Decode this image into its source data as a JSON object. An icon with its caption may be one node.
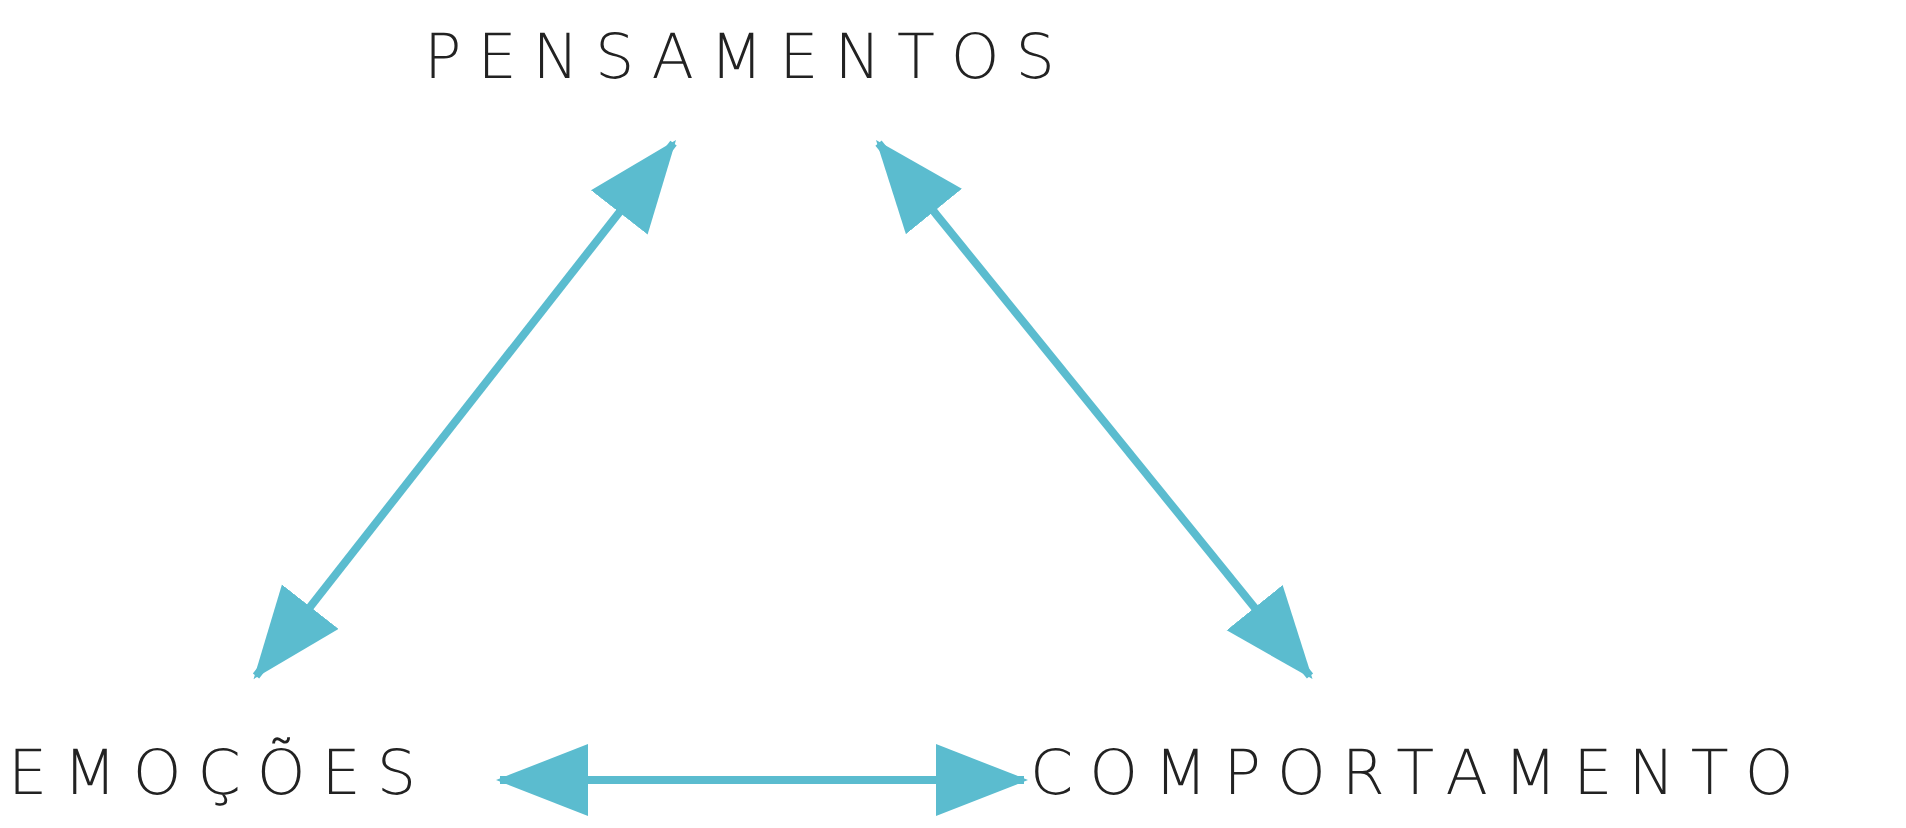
{
  "diagram": {
    "nodes": [
      {
        "text": [
          "PENSAMENTOS"
        ]
      },
      {
        "text": [
          "EMOÇÕES"
        ]
      },
      {
        "text": [
          "COMPORTAMENTO"
        ]
      }
    ],
    "edges": [
      {
        "from": 0,
        "to": 1,
        "arrow": "both"
      },
      {
        "from": 0,
        "to": 2,
        "arrow": "both"
      },
      {
        "from": 1,
        "to": 2,
        "arrow": "both"
      }
    ]
  }
}
